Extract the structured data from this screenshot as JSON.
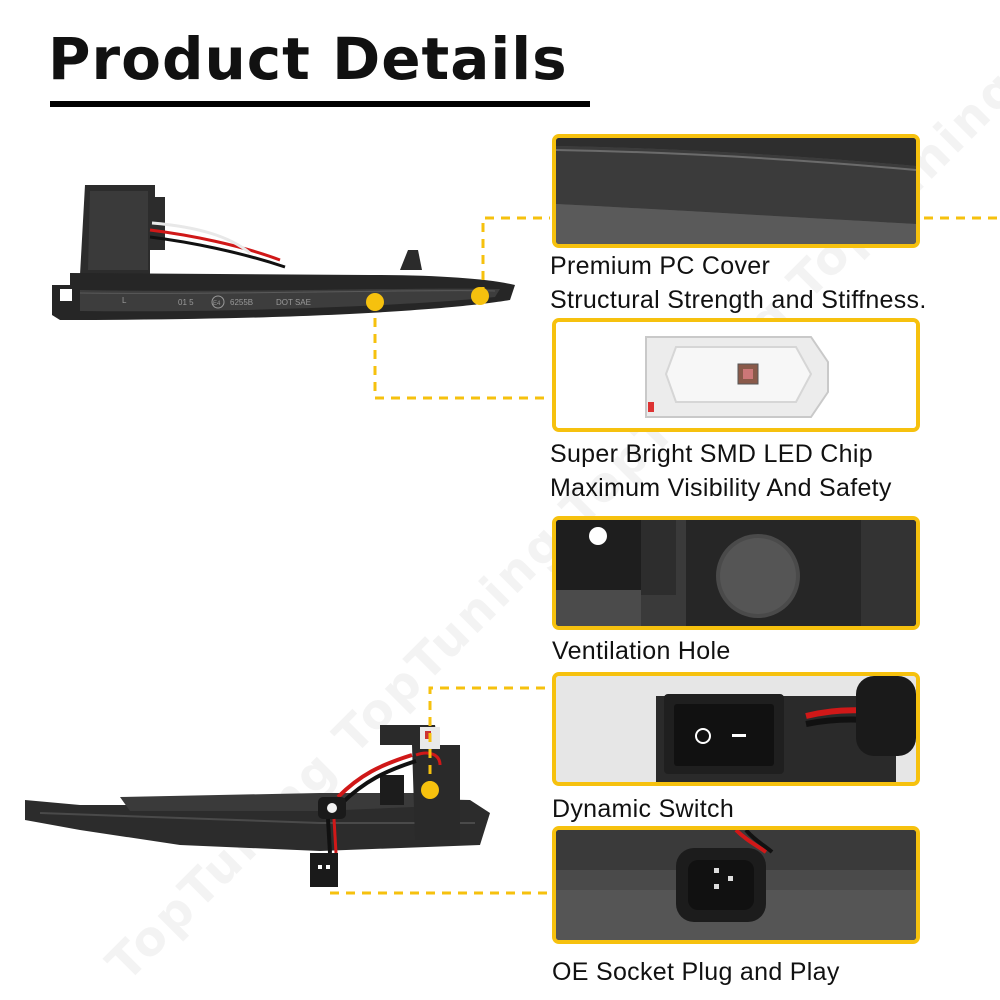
{
  "header": {
    "title": "Product Details"
  },
  "watermark": {
    "text": "TopTuning TopTuning TopTuning TopTuning"
  },
  "features": [
    {
      "line1": "Premium PC Cover",
      "line2": "Structural Strength and Stiffness."
    },
    {
      "line1": "Super Bright SMD LED Chip",
      "line2": "Maximum Visibility And Safety"
    },
    {
      "line1": "Ventilation Hole"
    },
    {
      "line1": "Dynamic Switch"
    },
    {
      "line1": "OE Socket Plug and Play"
    }
  ],
  "product_markings": {
    "line1": "01 5",
    "mark": "E4",
    "code": "6255B",
    "std": "DOT SAE",
    "side": "L"
  },
  "colors": {
    "accent": "#f6c10e",
    "housing": "#2b2b2b",
    "text": "#111111"
  }
}
